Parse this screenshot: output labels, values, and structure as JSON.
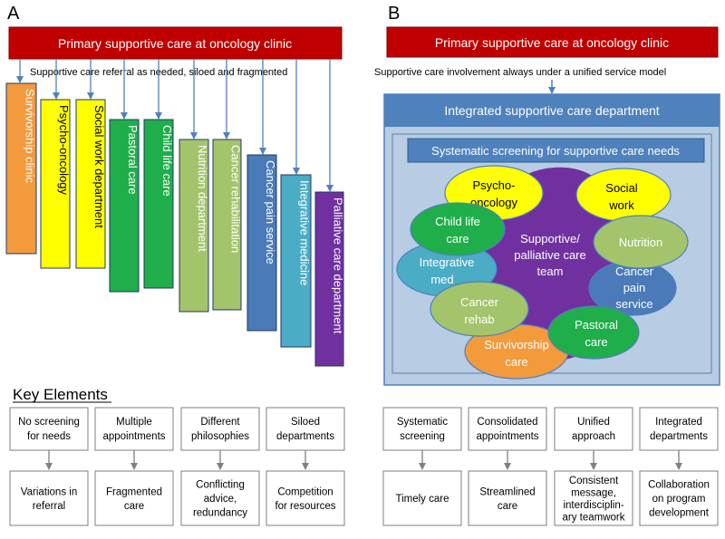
{
  "panel_a": {
    "label": "A",
    "header": "Primary supportive care at oncology clinic",
    "note": "Supportive care referral as needed, siloed and fragmented",
    "services": [
      "Survivorship clinic",
      "Psycho-oncology",
      "Social work department",
      "Pastoral care",
      "Child life care",
      "Nutrition department",
      "Cancer rehabilitation",
      "Cancer pain service",
      "Integrative medicine",
      "Palliative care department"
    ],
    "service_colors": [
      "#f39a3d",
      "#ffff00",
      "#ffff00",
      "#1fae4a",
      "#1fae4a",
      "#a3c46b",
      "#a3c46b",
      "#4a7ab8",
      "#4bacc6",
      "#7030a0"
    ],
    "service_text_colors": [
      "#ffffff",
      "#000000",
      "#000000",
      "#ffffff",
      "#ffffff",
      "#ffffff",
      "#ffffff",
      "#ffffff",
      "#ffffff",
      "#ffffff"
    ]
  },
  "panel_b": {
    "label": "B",
    "header": "Primary supportive care at oncology clinic",
    "note": "Supportive care involvement always under a unified service model",
    "department": "Integrated supportive care department",
    "screening": "Systematic screening for supportive care needs",
    "center": [
      "Supportive/",
      "palliative care",
      "team"
    ],
    "teams": {
      "psycho_oncology": [
        "Psycho-",
        "oncology"
      ],
      "social_work": [
        "Social",
        "work"
      ],
      "child_life": [
        "Child life",
        "care"
      ],
      "nutrition": [
        "Nutrition"
      ],
      "integrative": [
        "Integrative",
        "med"
      ],
      "cancer_pain": [
        "Cancer",
        "pain",
        "service"
      ],
      "cancer_rehab": [
        "Cancer",
        "rehab"
      ],
      "pastoral": [
        "Pastoral",
        "care"
      ],
      "survivorship": [
        "Survivorship",
        "care"
      ]
    }
  },
  "key_elements": {
    "title": "Key Elements",
    "left": [
      {
        "top": [
          "No screening",
          "for needs"
        ],
        "bottom": [
          "Variations in",
          "referral"
        ]
      },
      {
        "top": [
          "Multiple",
          "appointments"
        ],
        "bottom": [
          "Fragmented",
          "care"
        ]
      },
      {
        "top": [
          "Different",
          "philosophies"
        ],
        "bottom": [
          "Conflicting",
          "advice,",
          "redundancy"
        ]
      },
      {
        "top": [
          "Siloed",
          "departments"
        ],
        "bottom": [
          "Competition",
          "for resources"
        ]
      }
    ],
    "right": [
      {
        "top": [
          "Systematic",
          "screening"
        ],
        "bottom": [
          "Timely care"
        ]
      },
      {
        "top": [
          "Consolidated",
          "appointments"
        ],
        "bottom": [
          "Streamlined",
          "care"
        ]
      },
      {
        "top": [
          "Unified",
          "approach"
        ],
        "bottom": [
          "Consistent",
          "message,",
          "interdisciplin-",
          "ary teamwork"
        ]
      },
      {
        "top": [
          "Integrated",
          "departments"
        ],
        "bottom": [
          "Collaboration",
          "on program",
          "development"
        ]
      }
    ]
  },
  "colors": {
    "header_red": "#c00000",
    "arrow_blue": "#4f81bd",
    "dept_blue": "#4f81bd",
    "panel_bg": "#b8cce4",
    "center_purple": "#7030a0"
  }
}
